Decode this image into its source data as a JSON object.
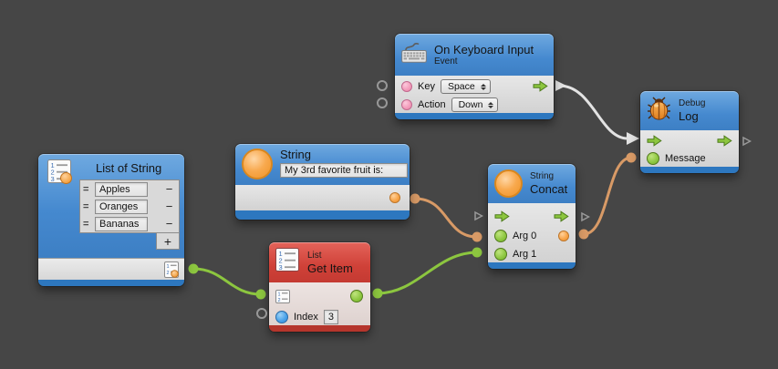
{
  "graph": {
    "keyboard": {
      "title": "On Keyboard Input",
      "subtitle": "Event",
      "key_label": "Key",
      "key_value": "Space",
      "action_label": "Action",
      "action_value": "Down"
    },
    "debug": {
      "subtitle": "Debug",
      "title": "Log",
      "message_label": "Message"
    },
    "list_of_string": {
      "title": "List of String",
      "items": [
        "Apples",
        "Oranges",
        "Bananas"
      ],
      "handle_glyph": "=",
      "remove_glyph": "−",
      "add_glyph": "+"
    },
    "string_literal": {
      "title": "String",
      "value": "My 3rd favorite fruit is:"
    },
    "get_item": {
      "subtitle": "List",
      "title": "Get Item",
      "index_label": "Index",
      "index_value": "3"
    },
    "concat": {
      "subtitle": "String",
      "title": "Concat",
      "arg0_label": "Arg 0",
      "arg1_label": "Arg 1"
    }
  },
  "colors": {
    "background": "#464646",
    "node_header_blue": "#4589cf",
    "node_header_red": "#cf4138",
    "node_footer_blue": "#2d77bf",
    "node_footer_red": "#b5352c",
    "wire_green": "#8cc63f",
    "wire_orange": "#d89a66",
    "wire_white": "#e3e3e3",
    "port_pink": "#f29ab9",
    "port_green": "#8cc63f",
    "port_blue": "#47a0e8",
    "port_orange": "#f7a244"
  }
}
